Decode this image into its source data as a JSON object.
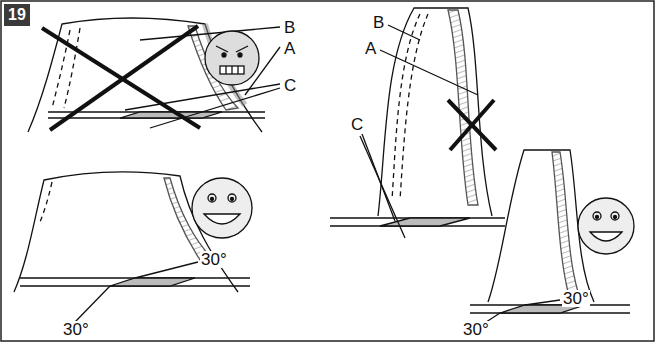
{
  "diagram": {
    "nodes": [
      {
        "text": [
          "19"
        ]
      }
    ],
    "labels": [
      "B",
      "A",
      "C",
      "B",
      "A",
      "C",
      "30°",
      "30°",
      "30°",
      "30°"
    ]
  }
}
